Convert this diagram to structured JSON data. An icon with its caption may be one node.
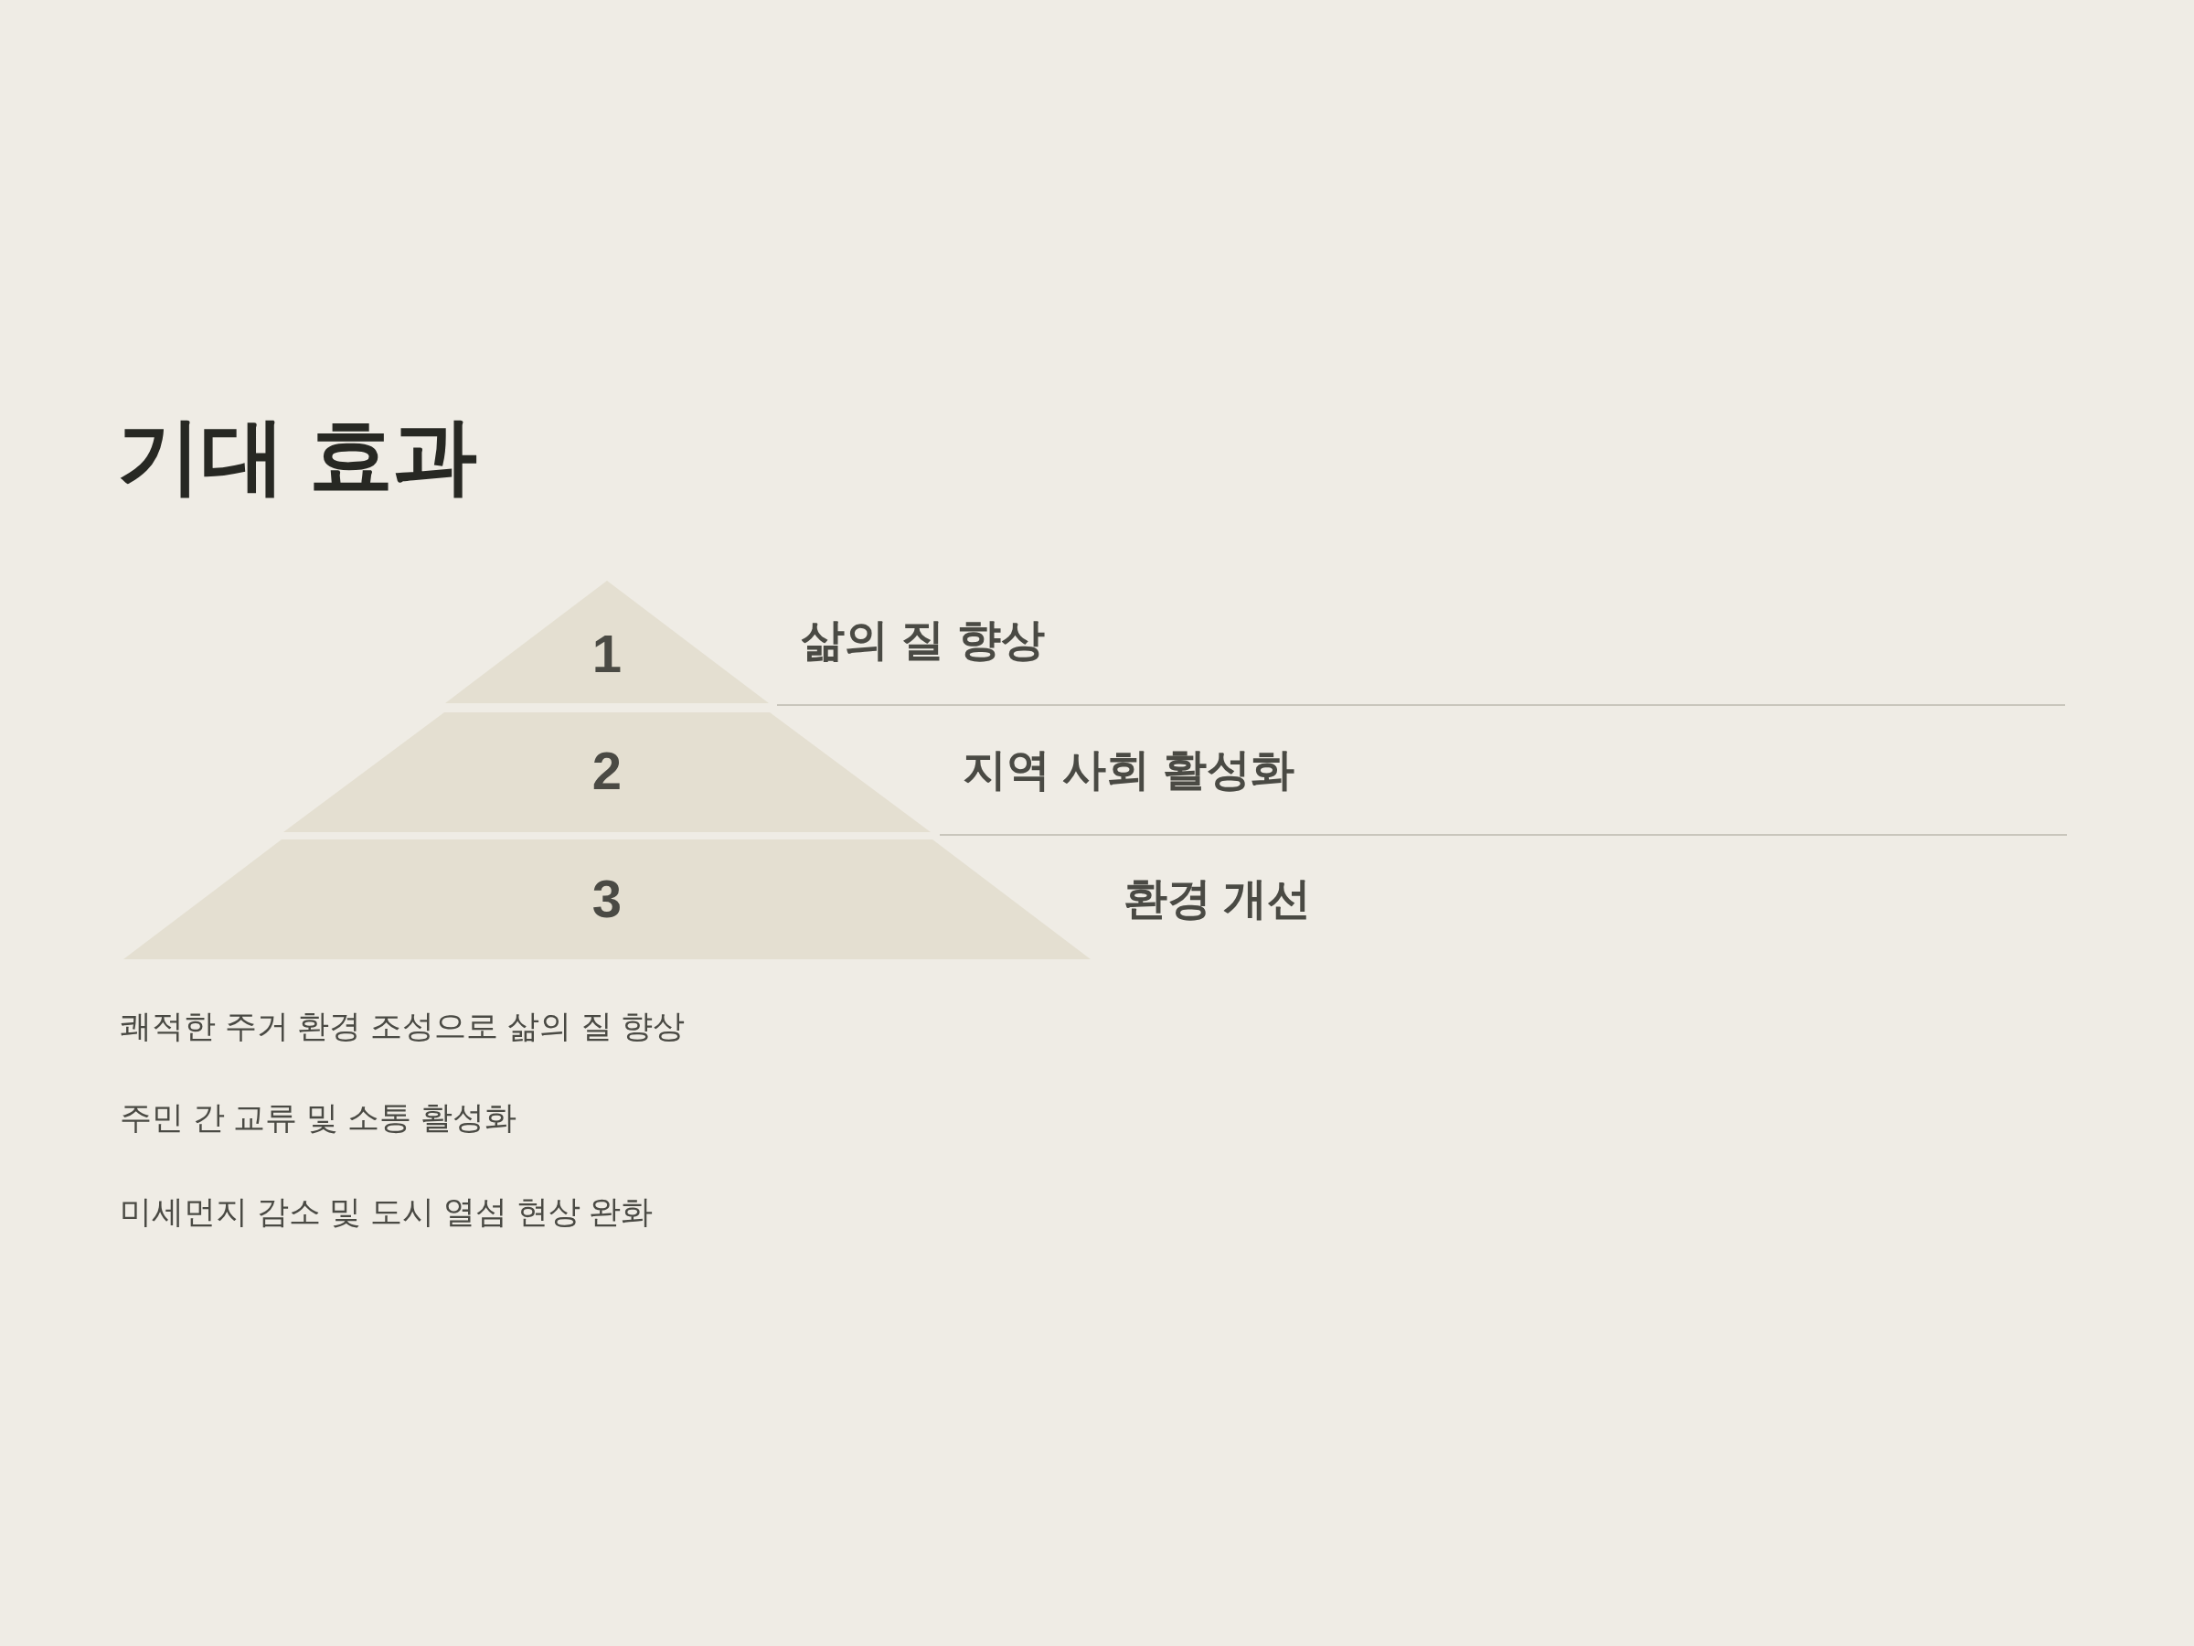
{
  "diagram": {
    "title": "기대 효과",
    "nodes": [
      {
        "text": [
          "1"
        ],
        "beside": [
          "삶의 질 향상"
        ]
      },
      {
        "text": [
          "2"
        ],
        "beside": [
          "지역 사회 활성화"
        ]
      },
      {
        "text": [
          "3"
        ],
        "beside": [
          "환경 개선"
        ]
      }
    ],
    "labels": [
      "쾌적한 주거 환경 조성으로 삶의 질 향상",
      "주민 간 교류 및 소통 활성화",
      "미세먼지 감소 및 도시 열섬 현상 완화"
    ]
  }
}
